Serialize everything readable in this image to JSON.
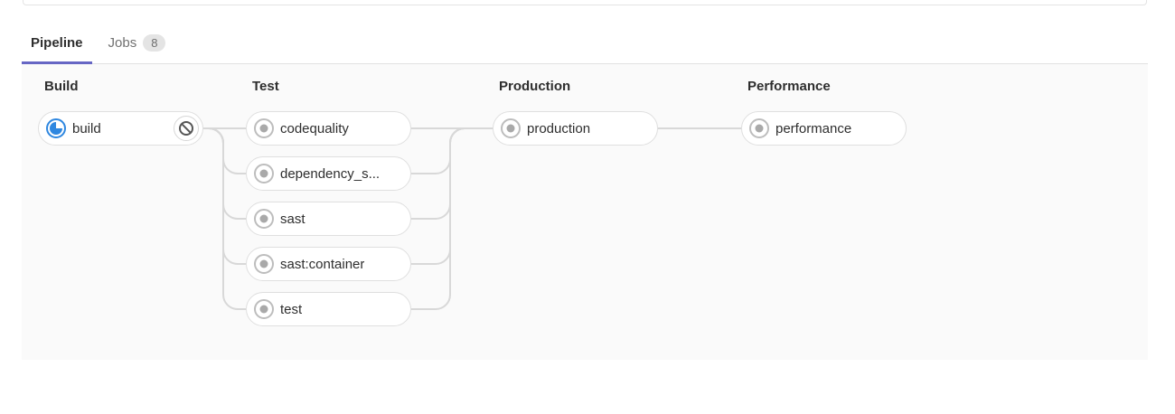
{
  "tabs": [
    {
      "label": "Pipeline",
      "active": true
    },
    {
      "label": "Jobs",
      "badge": "8"
    }
  ],
  "pipeline": {
    "stages": [
      {
        "name": "Build",
        "jobs": [
          {
            "label": "build",
            "status": "running",
            "action": "cancel"
          }
        ]
      },
      {
        "name": "Test",
        "jobs": [
          {
            "label": "codequality",
            "status": "created"
          },
          {
            "label": "dependency_s...",
            "status": "created"
          },
          {
            "label": "sast",
            "status": "created"
          },
          {
            "label": "sast:container",
            "status": "created"
          },
          {
            "label": "test",
            "status": "created"
          }
        ]
      },
      {
        "name": "Production",
        "jobs": [
          {
            "label": "production",
            "status": "created"
          }
        ]
      },
      {
        "name": "Performance",
        "jobs": [
          {
            "label": "performance",
            "status": "created"
          }
        ]
      }
    ]
  },
  "icons": {
    "running": "status-running-icon",
    "created": "status-created-icon",
    "cancel_action": "ban-icon"
  },
  "colors": {
    "running_blue": "#2e87e0",
    "created_gray_ring": "#bdbdbd",
    "created_gray_dot": "#a9a9a9",
    "cancel_gray": "#565656",
    "active_tab_underline": "#6666c4",
    "connector": "#d8d8d8",
    "graph_background": "#fafafa",
    "pill_border": "#dfdfdf"
  }
}
